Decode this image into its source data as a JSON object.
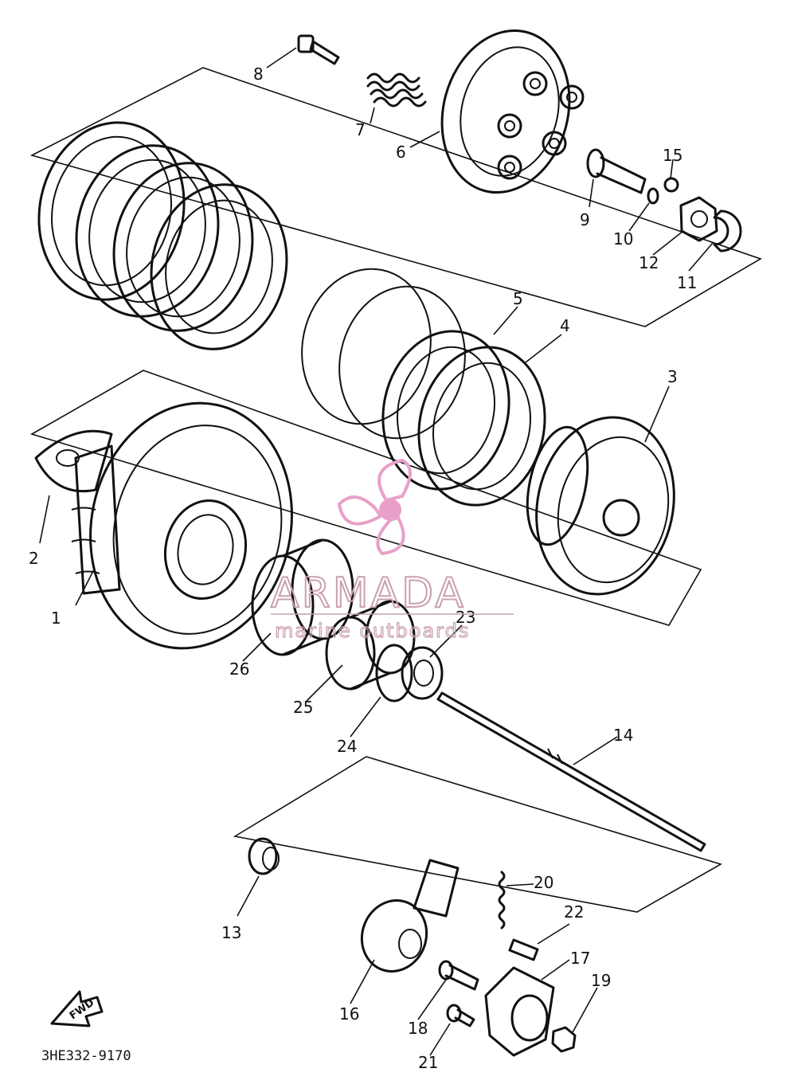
{
  "diagram_code": "3HE332-9170",
  "fwd_label": "FWD",
  "watermark": {
    "brand": "ARMADA",
    "tagline": "marine outboards",
    "accent_color": "#e8a0c8"
  },
  "callouts": [
    "1",
    "2",
    "3",
    "4",
    "5",
    "6",
    "7",
    "8",
    "9",
    "10",
    "11",
    "12",
    "13",
    "14",
    "15",
    "16",
    "17",
    "18",
    "19",
    "20",
    "21",
    "22",
    "23",
    "24",
    "25",
    "26"
  ]
}
